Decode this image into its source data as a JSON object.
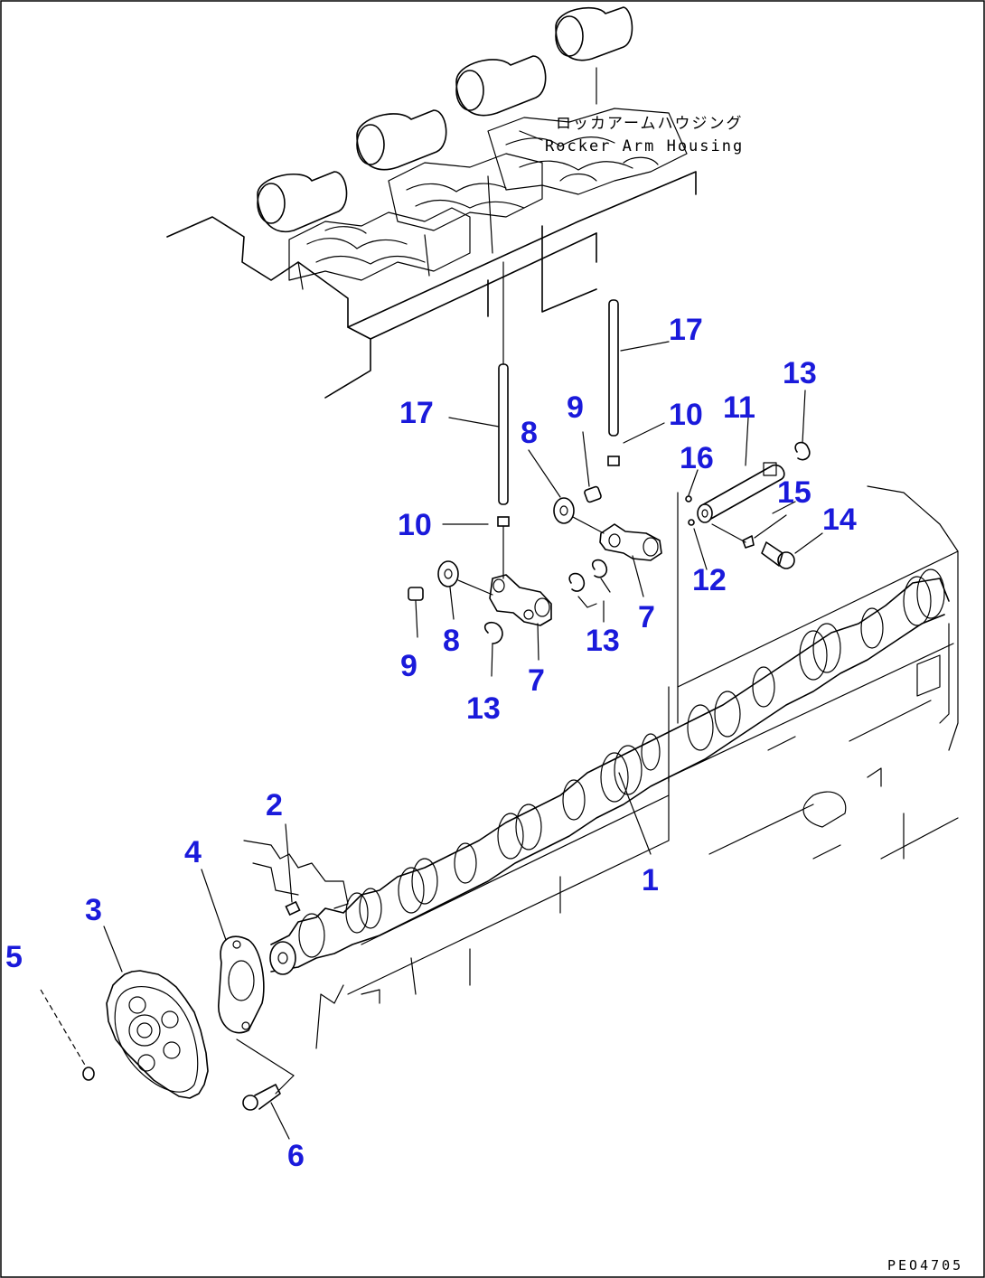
{
  "housing_label": {
    "jp": "ロッカアームハウジング",
    "en": "Rocker Arm Housing"
  },
  "drawing_code": "PEO4705",
  "callouts": [
    "1",
    "2",
    "3",
    "4",
    "5",
    "6",
    "7",
    "7",
    "8",
    "8",
    "9",
    "9",
    "10",
    "10",
    "11",
    "12",
    "13",
    "13",
    "13",
    "14",
    "15",
    "16",
    "17",
    "17"
  ]
}
